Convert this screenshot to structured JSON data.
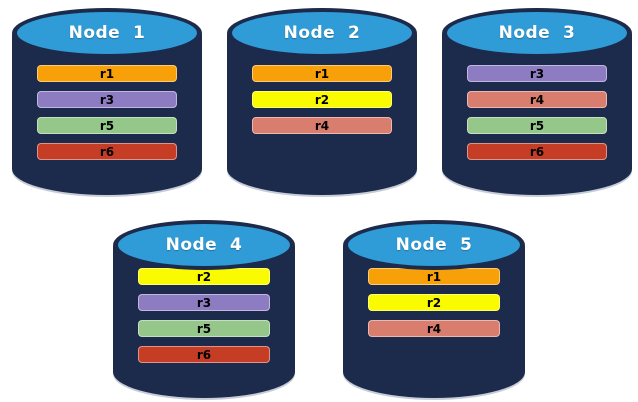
{
  "colors": {
    "background": "#FFFFFF",
    "cylinder_body": "#1C2A4B",
    "cylinder_top": "#2F9BD7",
    "node_label_text": "#FFFFFF",
    "replica_label_text": "#000000",
    "bottom_edge_highlight": "#C7CDD8"
  },
  "replica_colors": {
    "r1": "#F8A008",
    "r2": "#FBFB00",
    "r3": "#8E7CC3",
    "r4": "#D97E6E",
    "r5": "#95C78A",
    "r6": "#C63D26"
  },
  "nodes": [
    {
      "label": "Node  1",
      "replicas": [
        "r1",
        "r3",
        "r5",
        "r6"
      ],
      "row": 1
    },
    {
      "label": "Node  2",
      "replicas": [
        "r1",
        "r2",
        "r4"
      ],
      "row": 1
    },
    {
      "label": "Node  3",
      "replicas": [
        "r3",
        "r4",
        "r5",
        "r6"
      ],
      "row": 1
    },
    {
      "label": "Node  4",
      "replicas": [
        "r2",
        "r3",
        "r5",
        "r6"
      ],
      "row": 2
    },
    {
      "label": "Node  5",
      "replicas": [
        "r1",
        "r2",
        "r4"
      ],
      "row": 2
    }
  ]
}
